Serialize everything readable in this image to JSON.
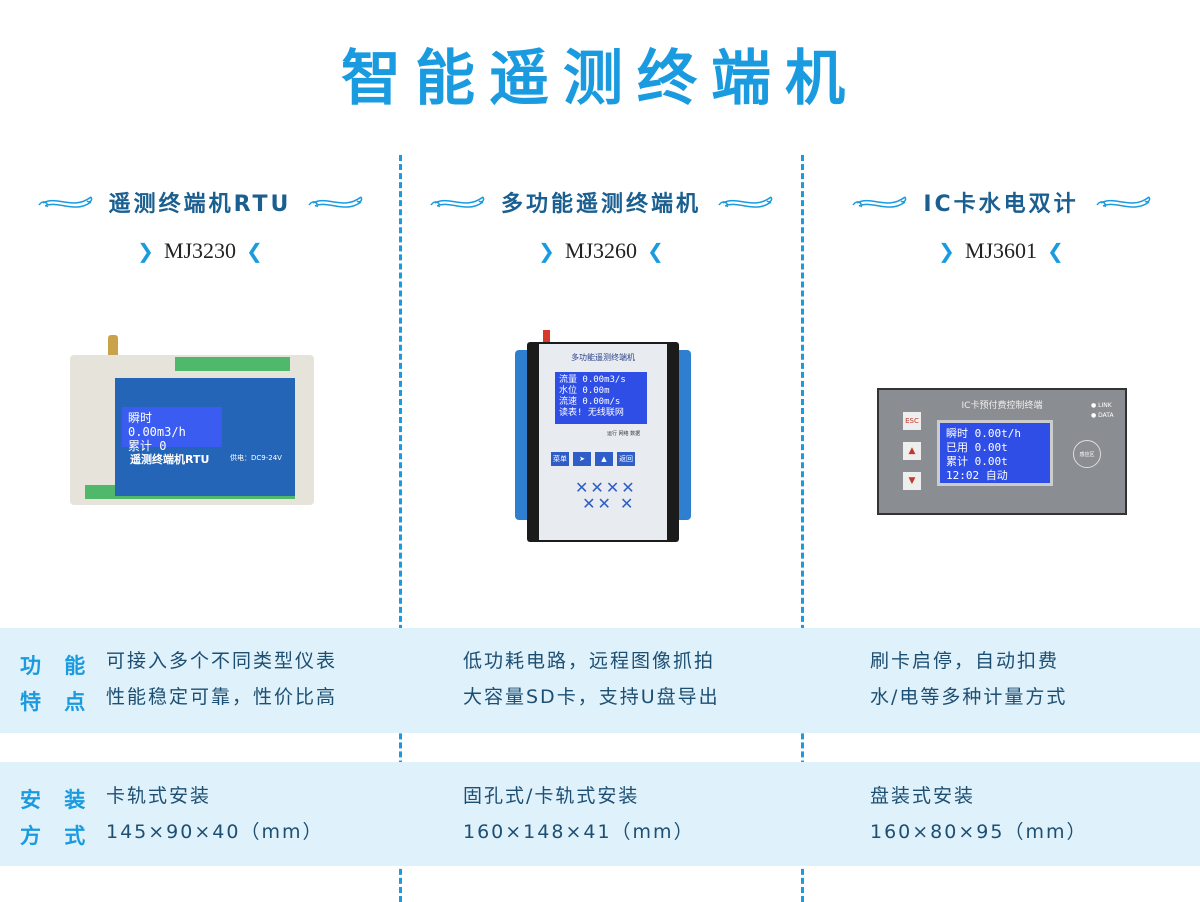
{
  "title": "智能遥测终端机",
  "row_labels": {
    "features": [
      "功 能",
      "特 点"
    ],
    "install": [
      "安 装",
      "方 式"
    ]
  },
  "products": [
    {
      "name": "遥测终端机RTU",
      "model": "MJ3230",
      "features": [
        "可接入多个不同类型仪表",
        "性能稳定可靠，性价比高"
      ],
      "install": [
        "卡轨式安装",
        "145×90×40（mm）"
      ],
      "device": {
        "label": "遥测终端机RTU",
        "power": "供电：DC9-24V",
        "lcd": [
          "瞬时  0.00m3/h",
          "累计         0"
        ]
      }
    },
    {
      "name": "多功能遥测终端机",
      "model": "MJ3260",
      "features": [
        "低功耗电路，远程图像抓拍",
        "大容量SD卡，支持U盘导出"
      ],
      "install": [
        "固孔式/卡轨式安装",
        "160×148×41（mm）"
      ],
      "device": {
        "label": "多功能遥测终端机",
        "lcd": [
          "流量  0.00m3/s",
          "水位  0.00m",
          "流速  0.00m/s",
          "读表!  无线联网"
        ],
        "leds": "运行 网络 数据",
        "buttons": [
          "菜单",
          "➤",
          "▲",
          "返回"
        ]
      }
    },
    {
      "name": "IC卡水电双计",
      "model": "MJ3601",
      "features": [
        "刷卡启停，自动扣费",
        "水/电等多种计量方式"
      ],
      "install": [
        "盘装式安装",
        "160×80×95（mm）"
      ],
      "device": {
        "label": "IC卡预付费控制终端",
        "lcd": [
          "瞬时   0.00t/h",
          "已用     0.00t",
          "累计     0.00t",
          "12:02   自动"
        ],
        "esc": "ESC",
        "link": "LINK",
        "data": "DATA",
        "reader": "感应区"
      }
    }
  ],
  "colors": {
    "accent": "#1a9be0",
    "band": "#dff1fa",
    "text": "#1d4f73"
  }
}
